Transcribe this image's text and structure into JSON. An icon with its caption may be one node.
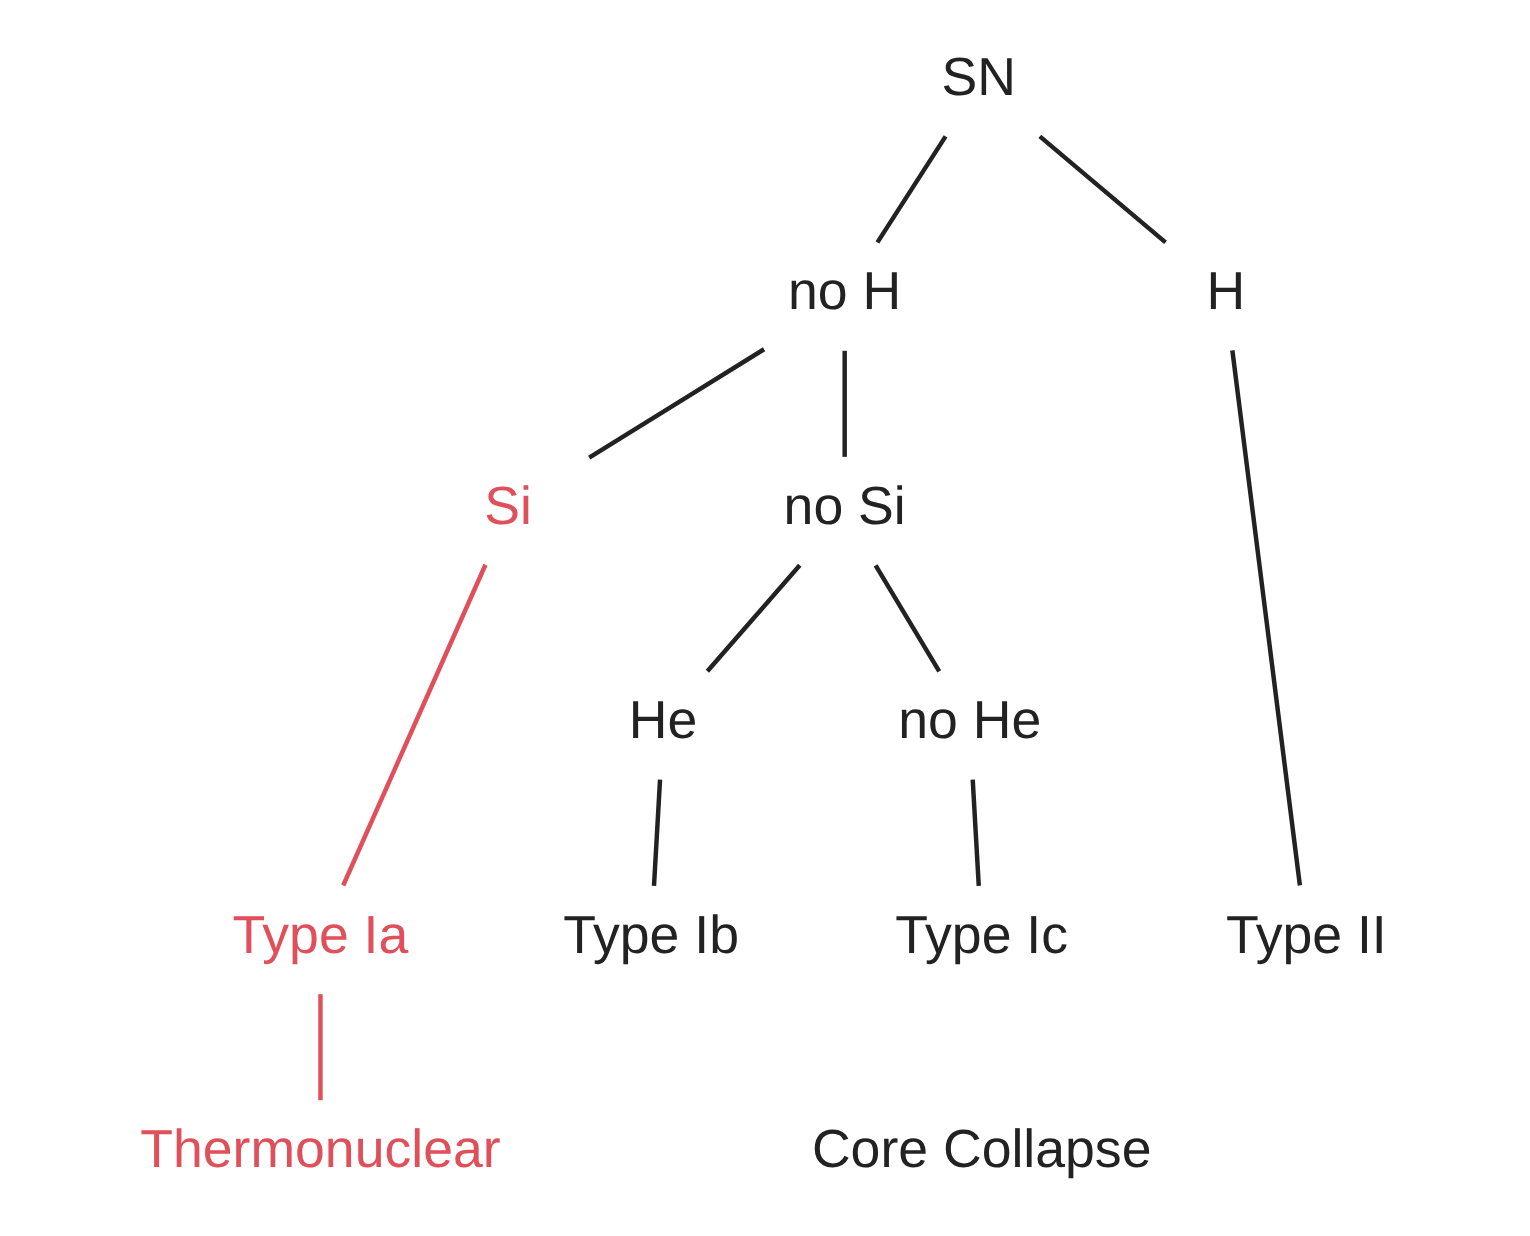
{
  "diagram": {
    "nodes": [
      {
        "text": [
          "SN"
        ]
      },
      {
        "text": [
          "no H"
        ]
      },
      {
        "text": [
          "H"
        ]
      },
      {
        "text": [
          "Si"
        ]
      },
      {
        "text": [
          "no Si"
        ]
      },
      {
        "text": [
          "He"
        ]
      },
      {
        "text": [
          "no He"
        ]
      },
      {
        "text": [
          "Type Ia"
        ]
      },
      {
        "text": [
          "Type Ib"
        ]
      },
      {
        "text": [
          "Type Ic"
        ]
      },
      {
        "text": [
          "Type II"
        ]
      },
      {
        "text": [
          "Thermonuclear"
        ]
      }
    ],
    "edges": [
      {
        "from": 0,
        "to": 1,
        "arrow": "none"
      },
      {
        "from": 0,
        "to": 2,
        "arrow": "none"
      },
      {
        "from": 1,
        "to": 3,
        "arrow": "none"
      },
      {
        "from": 1,
        "to": 4,
        "arrow": "none"
      },
      {
        "from": 3,
        "to": 7,
        "arrow": "none",
        "color": "#e0505a"
      },
      {
        "from": 4,
        "to": 5,
        "arrow": "none"
      },
      {
        "from": 4,
        "to": 6,
        "arrow": "none"
      },
      {
        "from": 5,
        "to": 8,
        "arrow": "none"
      },
      {
        "from": 6,
        "to": 9,
        "arrow": "none"
      },
      {
        "from": 2,
        "to": 10,
        "arrow": "none"
      },
      {
        "from": 7,
        "to": 11,
        "arrow": "none",
        "color": "#e0505a"
      }
    ],
    "labels": [
      "Core Collapse"
    ]
  }
}
